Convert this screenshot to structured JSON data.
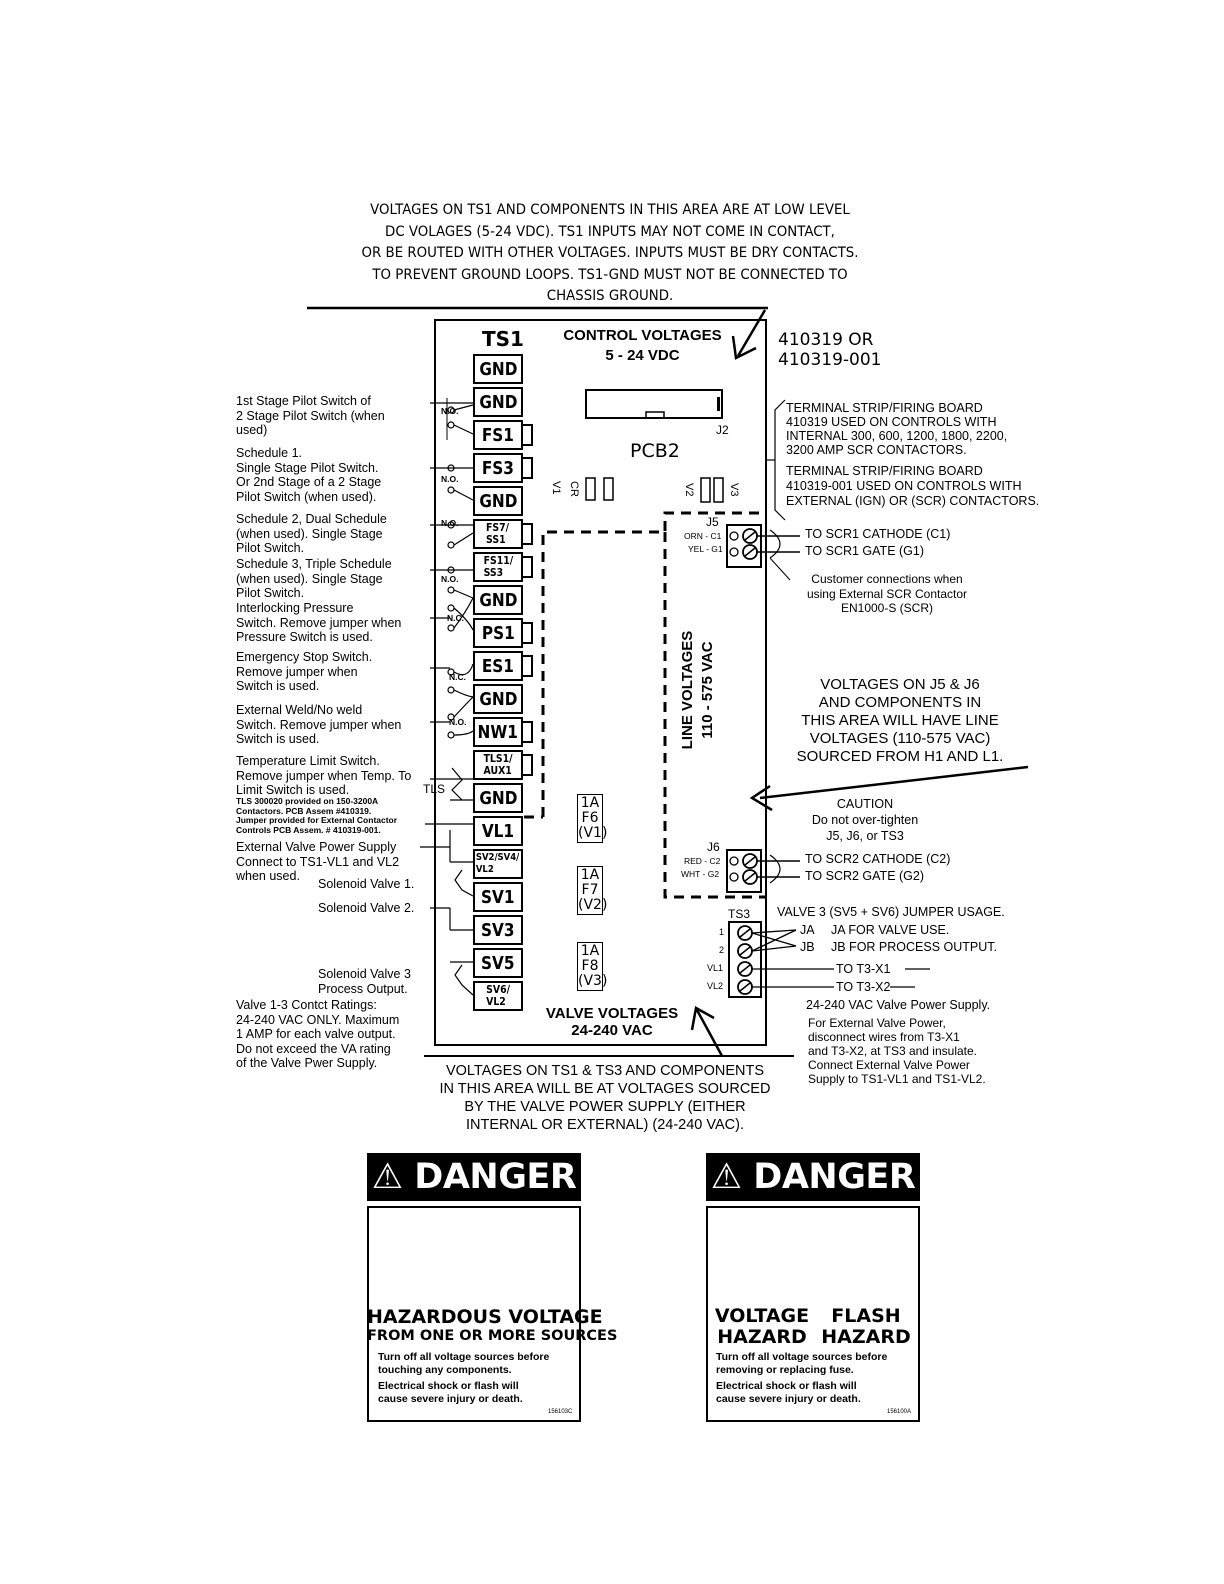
{
  "header": {
    "lines": [
      "VOLTAGES ON TS1 AND COMPONENTS IN THIS AREA ARE AT LOW LEVEL",
      "DC VOLAGES (5-24 VDC).  TS1 INPUTS MAY NOT COME IN CONTACT,",
      "OR BE ROUTED WITH OTHER VOLTAGES.  INPUTS MUST BE DRY CONTACTS.",
      "TO PREVENT GROUND LOOPS.  TS1-GND MUST NOT BE CONNECTED TO",
      "CHASSIS GROUND."
    ]
  },
  "board": {
    "ts1_label": "TS1",
    "control_voltages": "CONTROL VOLTAGES",
    "control_range": "5 - 24 VDC",
    "part_no_1": "410319 OR",
    "part_no_2": "410319-001",
    "pcb2": "PCB2",
    "j2": "J2",
    "line_voltages": "LINE VOLTAGES",
    "line_range": "110 - 575 VAC",
    "valve_voltages": "VALVE VOLTAGES",
    "valve_range": "24-240 VAC",
    "v1": "V1",
    "cr": "CR",
    "v2": "V2",
    "v3": "V3",
    "tls": "TLS"
  },
  "terminals": [
    "GND",
    "GND",
    "FS1",
    "FS3",
    "GND",
    "FS7/\nSS1",
    "FS11/\nSS3",
    "GND",
    "PS1",
    "ES1",
    "GND",
    "NW1",
    "TLS1/\nAUX1",
    "GND",
    "VL1",
    "SV2/SV4/\nVL2",
    "SV1",
    "SV3",
    "SV5",
    "SV6/\nVL2"
  ],
  "contact_marks": {
    "no": "N.O.",
    "nc": "N.C."
  },
  "left_labels": {
    "stage1": [
      "1st Stage Pilot Switch of",
      "2 Stage Pilot Switch (when",
      "used)"
    ],
    "sched1": [
      "Schedule 1.",
      "Single Stage Pilot Switch.",
      "Or 2nd Stage of a 2 Stage",
      "Pilot Switch (when used)."
    ],
    "sched2": [
      "Schedule 2, Dual Schedule",
      "(when used).  Single Stage",
      "Pilot Switch."
    ],
    "sched3": [
      "Schedule 3, Triple Schedule",
      "(when used).  Single Stage",
      "Pilot Switch."
    ],
    "interlock": [
      "Interlocking Pressure",
      "Switch.  Remove jumper when",
      "Pressure Switch is used."
    ],
    "estop": [
      "Emergency Stop Switch.",
      "Remove jumper when",
      "Switch is used."
    ],
    "weld": [
      "External Weld/No weld",
      "Switch.  Remove jumper when",
      "Switch is used."
    ],
    "temp": [
      "Temperature Limit Switch.",
      "Remove jumper when Temp.  To",
      "Limit Switch is used."
    ],
    "tls_note": [
      "TLS 300020 provided on 150-3200A",
      "Contactors. PCB Assem #410319.",
      "Jumper provided for External Contactor",
      "Controls PCB Assem. # 410319-001."
    ],
    "ext_valve": [
      "External Valve Power Supply",
      "Connect to TS1-VL1 and VL2",
      "when used."
    ],
    "sol1": "Solenoid Valve 1.",
    "sol2": "Solenoid Valve 2.",
    "sol3": [
      "Solenoid Valve 3",
      "Process Output."
    ],
    "ratings": [
      "Valve 1-3 Contct Ratings:",
      "24-240 VAC ONLY.  Maximum",
      "1 AMP for each valve output.",
      "Do not exceed the VA rating",
      "of the Valve Pwer Supply."
    ]
  },
  "fuses": [
    {
      "a": "1A",
      "f": "F6",
      "v": "V1"
    },
    {
      "a": "1A",
      "f": "F7",
      "v": "V2"
    },
    {
      "a": "1A",
      "f": "F8",
      "v": "V3"
    }
  ],
  "right": {
    "ts_strip_1": [
      "TERMINAL STRIP/FIRING BOARD",
      "410319 USED ON CONTROLS WITH",
      "INTERNAL 300, 600, 1200, 1800, 2200,",
      "3200 AMP SCR CONTACTORS."
    ],
    "ts_strip_2": [
      "TERMINAL STRIP/FIRING BOARD",
      "410319-001 USED ON CONTROLS WITH",
      "EXTERNAL (IGN) OR (SCR) CONTACTORS."
    ],
    "j5": "J5",
    "orn_c1": "ORN - C1",
    "yel_g1": "YEL - G1",
    "scr1_cathode": "TO SCR1 CATHODE (C1)",
    "scr1_gate": "TO SCR1 GATE (G1)",
    "customer": [
      "Customer connections when",
      "using External SCR Contactor",
      "EN1000-S (SCR)"
    ],
    "line_note": [
      "VOLTAGES ON J5 & J6",
      "AND COMPONENTS IN",
      "THIS AREA WILL HAVE LINE",
      "VOLTAGES (110-575 VAC)",
      "SOURCED FROM H1 AND L1."
    ],
    "caution": [
      "CAUTION",
      "Do not over-tighten",
      "J5, J6, or TS3"
    ],
    "j6": "J6",
    "red_c2": "RED - C2",
    "wht_g2": "WHT - G2",
    "scr2_cathode": "TO SCR2 CATHODE (C2)",
    "scr2_gate": "TO SCR2 GATE (G2)",
    "ts3": "TS3",
    "ts3_pins": [
      "1",
      "2",
      "VL1",
      "VL2"
    ],
    "valve3": "VALVE 3 (SV5 + SV6) JUMPER USAGE.",
    "ja": "JA",
    "jb": "JB",
    "ja_text": "JA FOR VALVE USE.",
    "jb_text": "JB FOR PROCESS OUTPUT.",
    "t3x1": "TO T3-X1",
    "t3x2": "TO T3-X2",
    "vps": "24-240 VAC Valve Power Supply.",
    "ext_valve_power": [
      "For External Valve Power,",
      "disconnect wires from T3-X1",
      "and T3-X2, at TS3 and insulate.",
      "Connect External Valve Power",
      "Supply to TS1-VL1 and TS1-VL2."
    ]
  },
  "bottom_note": [
    "VOLTAGES ON TS1 & TS3 AND COMPONENTS",
    "IN THIS AREA WILL BE AT VOLTAGES SOURCED",
    "BY THE VALVE POWER SUPPLY (EITHER",
    "INTERNAL OR EXTERNAL) (24-240 VAC)."
  ],
  "danger_left": {
    "banner": "DANGER",
    "title1": "HAZARDOUS VOLTAGE",
    "title2": "FROM ONE OR MORE SOURCES",
    "lines": [
      "Turn off all voltage sources before",
      "touching any components.",
      "Electrical shock or flash will",
      "cause severe injury or death."
    ],
    "code": "156103C"
  },
  "danger_right": {
    "banner": "DANGER",
    "title_a1": "VOLTAGE",
    "title_a2": "HAZARD",
    "title_b1": "FLASH",
    "title_b2": "HAZARD",
    "lines": [
      "Turn off all voltage sources before",
      "removing or replacing fuse.",
      "Electrical shock or flash will",
      "cause severe injury or death."
    ],
    "code": "156100A"
  }
}
